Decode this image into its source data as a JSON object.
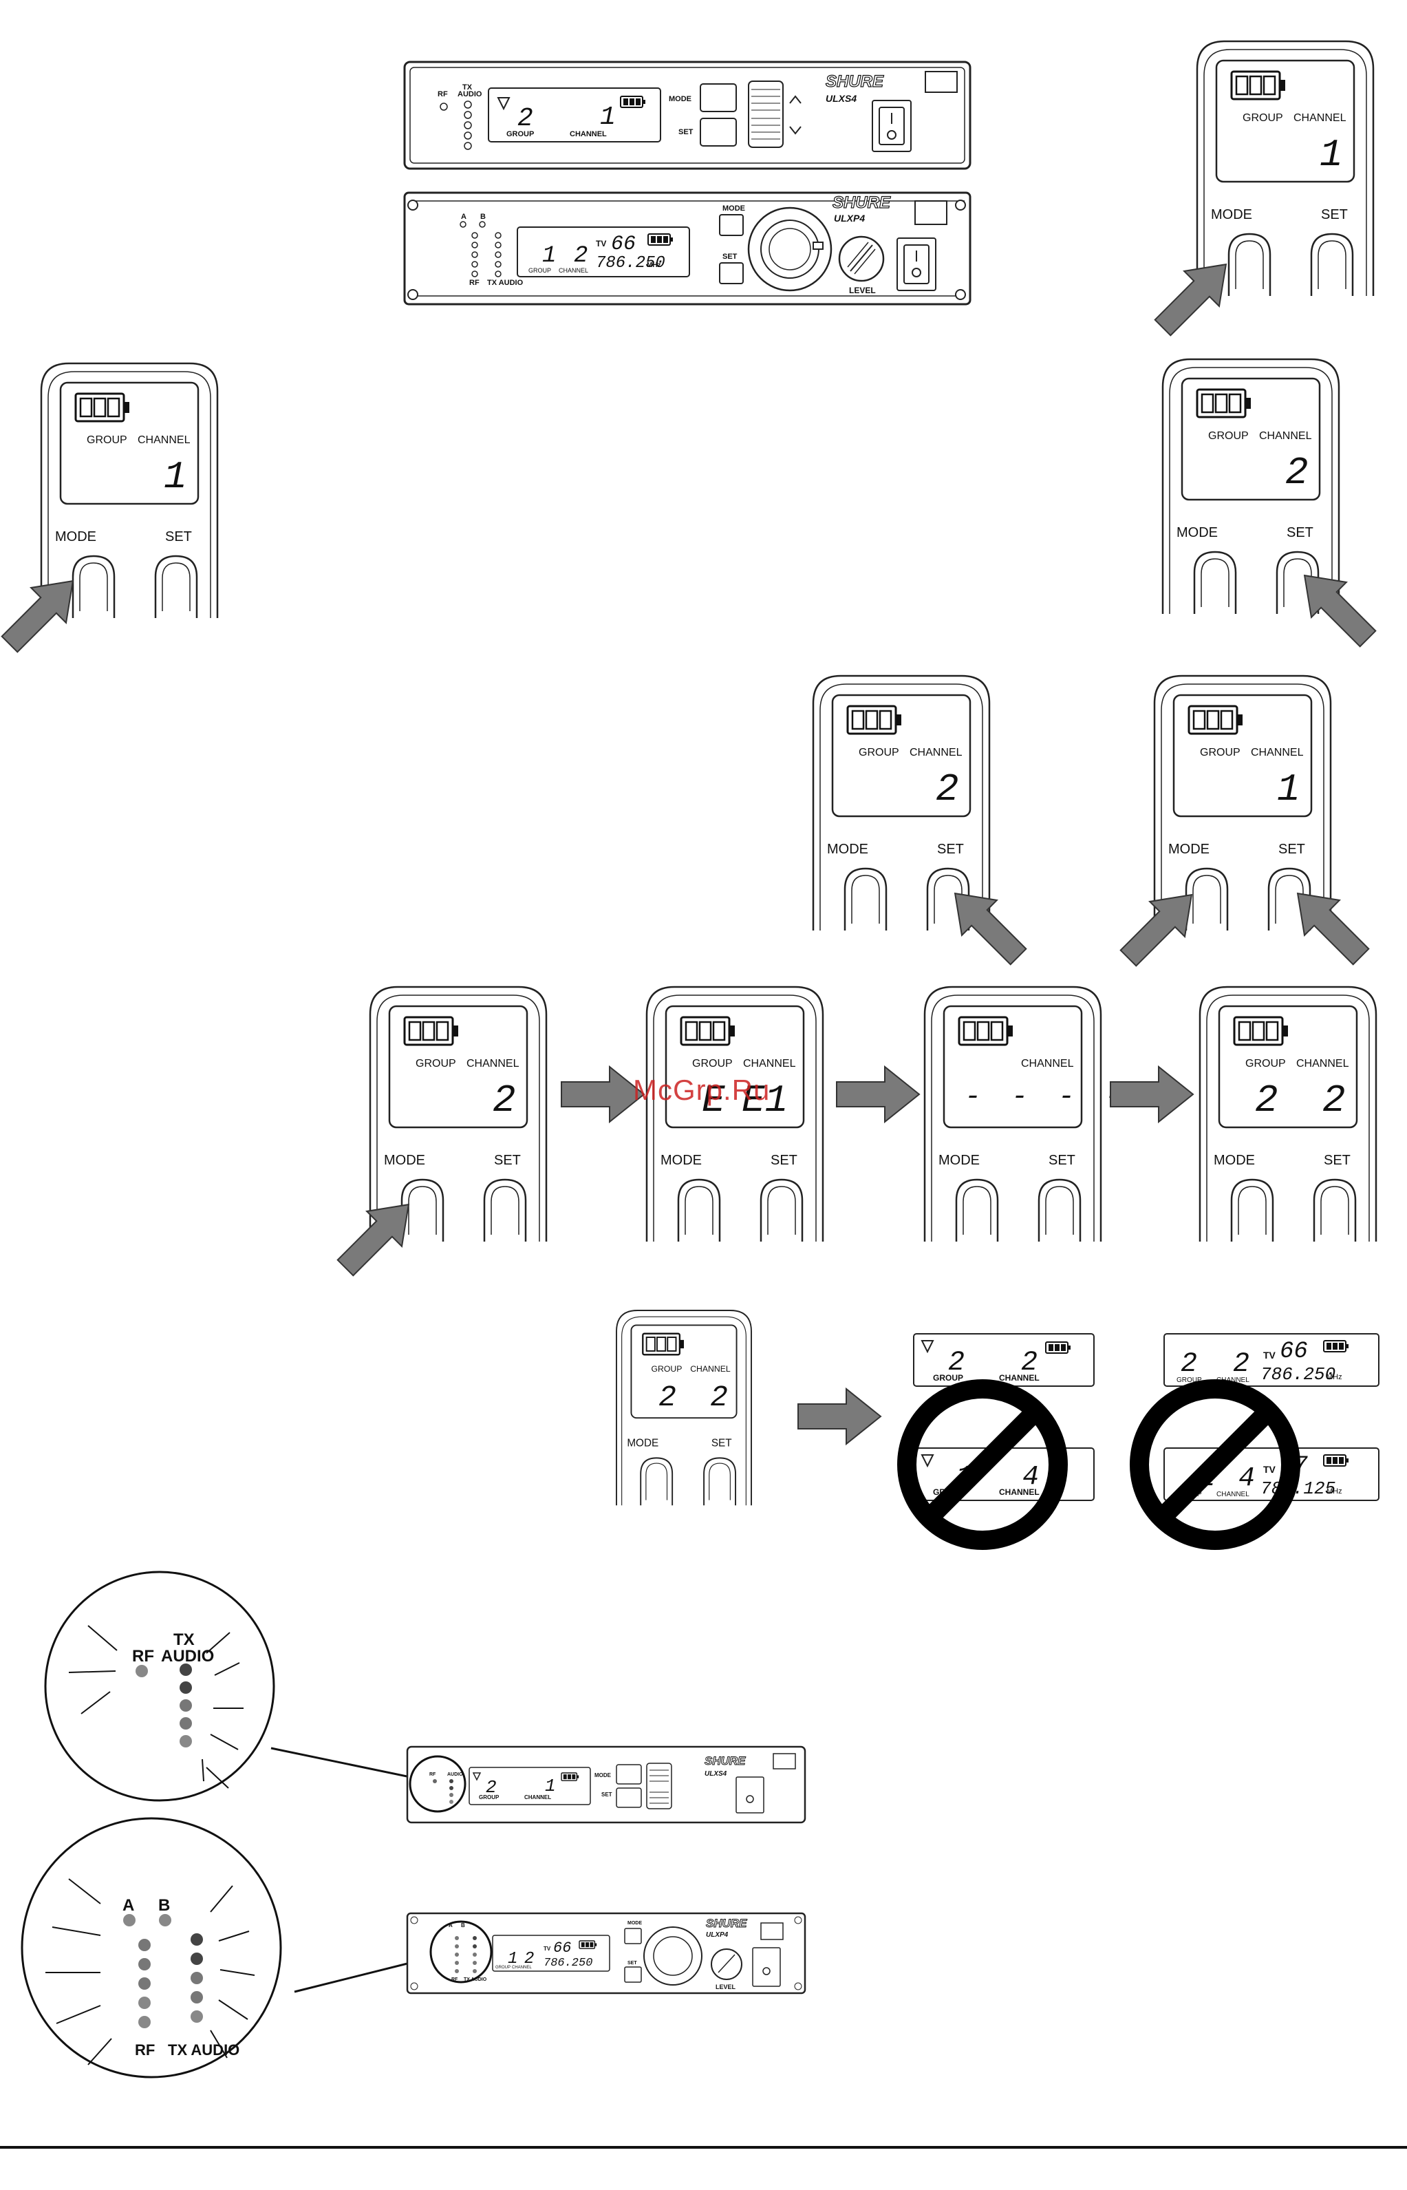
{
  "brand": "SHURE",
  "ulxs4": {
    "model": "ULXS4",
    "rf": "RF",
    "tx": "TX",
    "audio": "AUDIO",
    "mode": "MODE",
    "set": "SET",
    "group_label": "GROUP",
    "channel_label": "CHANNEL",
    "group_value": "2",
    "channel_value": "1"
  },
  "ulxp4": {
    "model": "ULXP4",
    "a": "A",
    "b": "B",
    "rf": "RF",
    "tx_audio": "TX AUDIO",
    "mode": "MODE",
    "set": "SET",
    "level": "LEVEL",
    "group_label": "GROUP",
    "channel_label": "CHANNEL",
    "group_value": "1",
    "channel_value": "2",
    "tv_label": "TV",
    "tv_value": "66",
    "freq": "786.250",
    "mhz": "MHz"
  },
  "panel_labels": {
    "group": "GROUP",
    "channel": "CHANNEL",
    "mode": "MODE",
    "set": "SET"
  },
  "steps": {
    "s1_channel": "1",
    "s2_channel": "1",
    "s3_channel": "2",
    "s4_channel": "2",
    "s5_channel": "1",
    "r1_channel": "2",
    "r2_group": "E",
    "r2_channel": "E1",
    "r3_dashes": "- - - -",
    "r4_group": "2",
    "r4_channel": "2",
    "final_group": "2",
    "final_channel": "2"
  },
  "not_allowed": {
    "a_top_group": "2",
    "a_top_channel": "2",
    "a_bottom_group": "1",
    "a_bottom_channel": "4",
    "b_top_group": "2",
    "b_top_channel": "2",
    "b_top_tv": "66",
    "b_top_freq": "786.250",
    "b_bottom_group": "1",
    "b_bottom_channel": "4",
    "b_bottom_tv": "67",
    "b_bottom_freq": "789.125",
    "mhz": "MHz",
    "tv_label": "TV"
  },
  "zoom_ulxs4": {
    "rf": "RF",
    "tx": "TX",
    "audio": "AUDIO"
  },
  "zoom_ulxp4": {
    "a": "A",
    "b": "B",
    "rf": "RF",
    "tx_audio": "TX AUDIO"
  },
  "watermark": "McGrp.Ru",
  "colors": {
    "line": "#222222",
    "arrow_fill": "#7a7a7a",
    "led_dark": "#444444",
    "led_mid": "#777777",
    "led_light": "#999999"
  }
}
